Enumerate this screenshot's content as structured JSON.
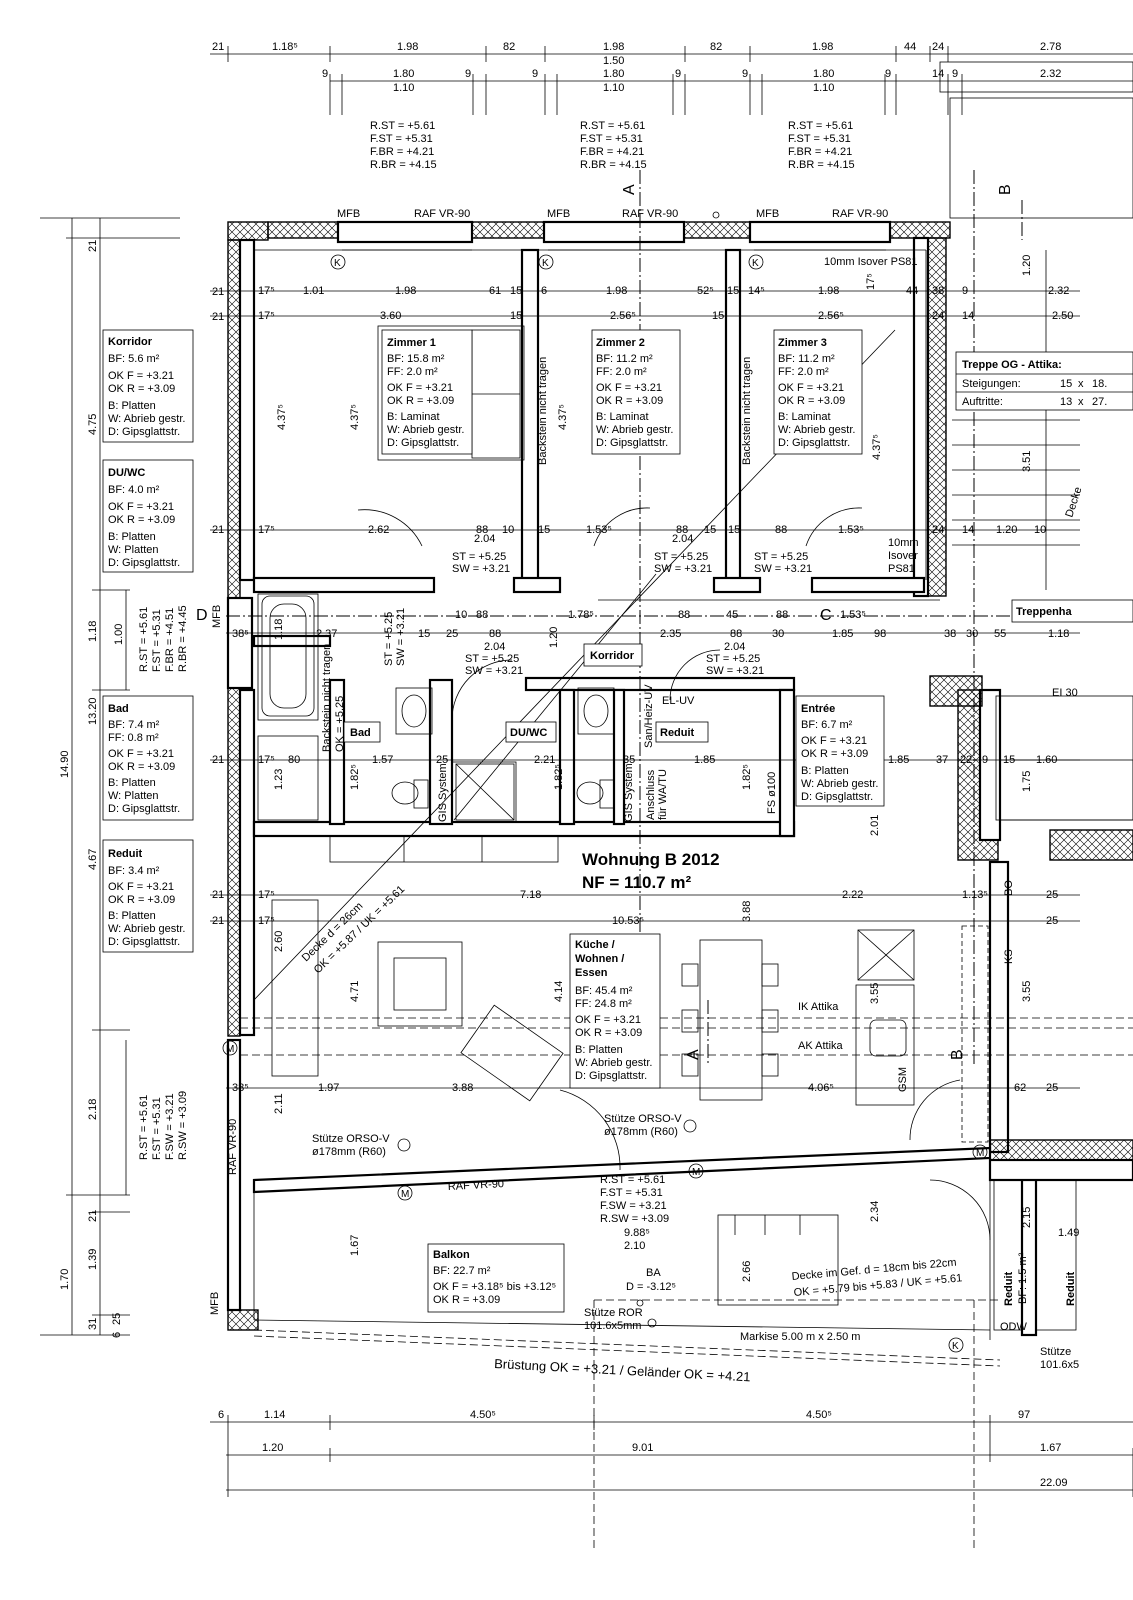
{
  "apartment": {
    "title": "Wohnung  B  2012",
    "area": "NF  =  110.7 m²"
  },
  "rooms": [
    {
      "id": "zimmer1",
      "name": "Zimmer 1",
      "lines": [
        "BF:   15.8 m²",
        "FF:      2.0 m²",
        "OK F = +3.21",
        "OK R = +3.09",
        "B:  Laminat",
        "W: Abrieb gestr.",
        "D: Gipsglattstr."
      ]
    },
    {
      "id": "zimmer2",
      "name": "Zimmer 2",
      "lines": [
        "BF:   11.2 m²",
        "FF:      2.0 m²",
        "OK F = +3.21",
        "OK R = +3.09",
        "B:  Laminat",
        "W: Abrieb gestr.",
        "D: Gipsglattstr."
      ]
    },
    {
      "id": "zimmer3",
      "name": "Zimmer 3",
      "lines": [
        "BF:   11.2 m²",
        "FF:      2.0 m²",
        "OK F = +3.21",
        "OK R = +3.09",
        "B:  Laminat",
        "W: Abrieb gestr.",
        "D: Gipsglattstr."
      ]
    },
    {
      "id": "korridor",
      "name": "Korridor",
      "lines": [
        "BF:   5.6 m²",
        "OK F = +3.21",
        "OK R = +3.09",
        "B:  Platten",
        "W: Abrieb gestr.",
        "D: Gipsglattstr."
      ]
    },
    {
      "id": "duwc",
      "name": "DU/WC",
      "lines": [
        "BF:   4.0 m²",
        "OK F = +3.21",
        "OK R = +3.09",
        "B:  Platten",
        "W: Platten",
        "D: Gipsglattstr."
      ]
    },
    {
      "id": "bad",
      "name": "Bad",
      "lines": [
        "BF:   7.4 m²",
        "FF:    0.8 m²",
        "OK F = +3.21",
        "OK R = +3.09",
        "B:  Platten",
        "W: Platten",
        "D: Gipsglattstr."
      ]
    },
    {
      "id": "reduit",
      "name": "Reduit",
      "lines": [
        "BF:   3.4 m²",
        "OK F = +3.21",
        "OK R = +3.09",
        "B:  Platten",
        "W: Abrieb gestr.",
        "D: Gipsglattstr."
      ]
    },
    {
      "id": "entree",
      "name": "Entrée",
      "lines": [
        "BF:   6.7 m²",
        "OK F = +3.21",
        "OK R = +3.09",
        "B:  Platten",
        "W: Abrieb gestr.",
        "D: Gipsglattstr."
      ]
    },
    {
      "id": "kueche",
      "name": "Küche / Wohnen / Essen",
      "name_lines": [
        "Küche /",
        "Wohnen /",
        "Essen"
      ],
      "lines": [
        "BF:   45.4 m²",
        "FF:   24.8 m²",
        "OK F = +3.21",
        "OK R = +3.09",
        "B:  Platten",
        "W: Abrieb gestr.",
        "D: Gipsglattstr."
      ]
    },
    {
      "id": "balkon",
      "name": "Balkon",
      "lines": [
        "BF:    22.7 m²",
        "OK F = +3.18⁵ bis +3.12⁵",
        "OK R = +3.09"
      ]
    }
  ],
  "stair": {
    "title": "Treppe   OG - Attika:",
    "rows": [
      [
        "Steigungen:",
        "15",
        "x",
        "18."
      ],
      [
        "Auftritte:",
        "13",
        "x",
        "27."
      ]
    ]
  },
  "room_tags": [
    "Korridor",
    "Bad",
    "DU/WC",
    "Reduit",
    "Treppenha"
  ],
  "windows": [
    {
      "lines": [
        "R.ST = +5.61",
        "F.ST = +5.31",
        "F.BR = +4.21",
        "R.BR = +4.15"
      ]
    },
    {
      "lines": [
        "R.ST = +5.61",
        "F.ST = +5.31",
        "F.BR = +4.21",
        "R.BR = +4.15"
      ]
    },
    {
      "lines": [
        "R.ST = +5.61",
        "F.ST = +5.31",
        "F.BR = +4.21",
        "R.BR = +4.15"
      ]
    }
  ],
  "top_dims_row1": [
    "21",
    "1.18⁵",
    "1.98",
    "82",
    "1.98",
    "82",
    "1.98",
    "44",
    "24",
    "2.78"
  ],
  "top_dims_sub": "1.50",
  "top_dims_row2": [
    [
      "9",
      "1.80",
      "9"
    ],
    [
      "9",
      "1.80",
      "9"
    ],
    [
      "9",
      "1.80",
      "9"
    ],
    [
      "14",
      "9",
      "2.32"
    ]
  ],
  "top_dims_row2_sub": [
    "1.10",
    "1.10",
    "1.10"
  ],
  "left_dims_outer": [
    "14.90"
  ],
  "left_dims_mid": [
    "13.20"
  ],
  "left_dims_inner": [
    "21",
    "4.75",
    "1.18",
    "4.67",
    "2.18",
    "21",
    "1.70",
    "1.39",
    "31",
    "6",
    "25"
  ],
  "bottom_dims": {
    "row1": [
      "6",
      "1.14",
      "4.50⁵",
      "4.50⁵",
      "97"
    ],
    "row2": [
      "1.20",
      "9.01",
      "1.67"
    ],
    "row3": [
      "22.09"
    ]
  },
  "axes": {
    "A": "A",
    "B": "B",
    "C": "C",
    "D": "D"
  },
  "annotations": {
    "mfb": "MFB",
    "raf": "RAF VR-90",
    "isover_top": "10mm Isover PS81",
    "isover_side": [
      "10mm",
      "Isover",
      "PS81"
    ],
    "backstein1": "Backstein nicht tragen",
    "backstein2": "Backstein nicht tragen",
    "backstein3": "Backstein nicht tragen",
    "backstein_bad": [
      "Backstein nicht tragen",
      "OK = +5.25"
    ],
    "st_sw": [
      "ST  = +5.25",
      "SW = +3.21"
    ],
    "gis": "GIS System",
    "san": "San/Heiz-UV",
    "el_uv": "EL-UV",
    "anschluss": [
      "Anschluss",
      "für WA/TU"
    ],
    "fs": "FS ø100",
    "ik_attika": "IK Attika",
    "ak_attika": "AK Attika",
    "decke_26": [
      "Decke  d = 26cm",
      "OK = +5.87 / UK = +5.61"
    ],
    "stuetze_orso_left": [
      "Stütze ORSO-V",
      "ø178mm (R60)"
    ],
    "stuetze_orso_mid": [
      "Stütze ORSO-V",
      "ø178mm (R60)"
    ],
    "balcony_window": [
      "R.ST = +5.61",
      "F.ST = +5.31",
      "F.SW = +3.21",
      "R.SW = +3.09",
      "9.88⁵",
      "2.10"
    ],
    "left_window": [
      "R.ST = +5.61",
      "F.ST = +5.31",
      "F.BR = +4.51",
      "R.BR = +4.45"
    ],
    "left_window2": [
      "R.ST = +5.61",
      "F.ST = +5.31",
      "F.SW = +3.21",
      "R.SW = +3.09"
    ],
    "ba": [
      "BA",
      "D = -3.12⁵"
    ],
    "stuetze_ror": [
      "Stütze  ROR",
      "101.6x5mm"
    ],
    "stuetze_ror_right": [
      "Stütze",
      "101.6x5"
    ],
    "decke_18": [
      "Decke im Gef.  d = 18cm bis 22cm",
      "OK = +5.79 bis +5.83 / UK = +5.61"
    ],
    "markise": "Markise 5.00 m x 2.50 m",
    "bruestung": "Brüstung  OK = +3.21  /  Geländer  OK = +4.21",
    "odw": "ODW",
    "gsm": "GSM",
    "ks": "KS",
    "bo": "BO",
    "decke_right": "Decke",
    "ei30": "EI 30",
    "reduit_small": "Reduit",
    "reduit_bf": "BF: 1.5 m²"
  },
  "inner_dims": {
    "row_a": [
      "21",
      "17⁵",
      "1.01",
      "1.98",
      "61",
      "15",
      "6",
      "1.98",
      "52⁵",
      "15",
      "14⁵",
      "1.98",
      "17⁵",
      "44",
      "38",
      "9",
      "2.32"
    ],
    "row_b": [
      "21",
      "17⁵",
      "3.60",
      "15",
      "2.56⁵",
      "15",
      "2.56⁵",
      "24",
      "14",
      "2.50"
    ],
    "row_c": [
      "21",
      "17⁵",
      "2.62",
      "88",
      "10",
      "15",
      "1.53⁵",
      "88",
      "15",
      "15",
      "88",
      "1.53⁵",
      "24",
      "14",
      "1.20",
      "10"
    ],
    "row_d": [
      "38⁵",
      "2.37",
      "15",
      "25",
      "88",
      "1.20",
      "2.35",
      "88",
      "30",
      "1.85",
      "98",
      "38",
      "30",
      "55",
      "1.18"
    ],
    "row_e": [
      "21",
      "17⁵",
      "80",
      "1.57",
      "25",
      "2.21",
      "35",
      "1.85",
      "1.85",
      "37",
      "22",
      "9",
      "15",
      "1.60"
    ],
    "row_f": [
      "21",
      "17⁵",
      "7.18",
      "2.22",
      "1.13⁵",
      "25"
    ],
    "row_g": [
      "21",
      "17⁵",
      "10.53⁵",
      "25"
    ],
    "row_h": [
      "38⁵",
      "1.97",
      "3.88",
      "4.06⁵",
      "62",
      "25"
    ],
    "v_dims": [
      "4.37⁵",
      "4.37⁵",
      "4.37⁵",
      "4.37⁵",
      "1.18",
      "1.82⁵",
      "1.23",
      "1.82⁵",
      "1.82⁵",
      "2.60",
      "4.71",
      "4.14",
      "3.88",
      "3.55",
      "2.11",
      "2.01",
      "2.34",
      "2.66",
      "1.67",
      "3.51",
      "1.20",
      "1.75",
      "3.55",
      "2.15",
      "1.49"
    ],
    "mid_labels": [
      "2.04",
      "2.04",
      "2.04",
      "2.04",
      "1.78⁵",
      "88",
      "45",
      "88",
      "1.53⁵",
      "10",
      "88"
    ]
  }
}
